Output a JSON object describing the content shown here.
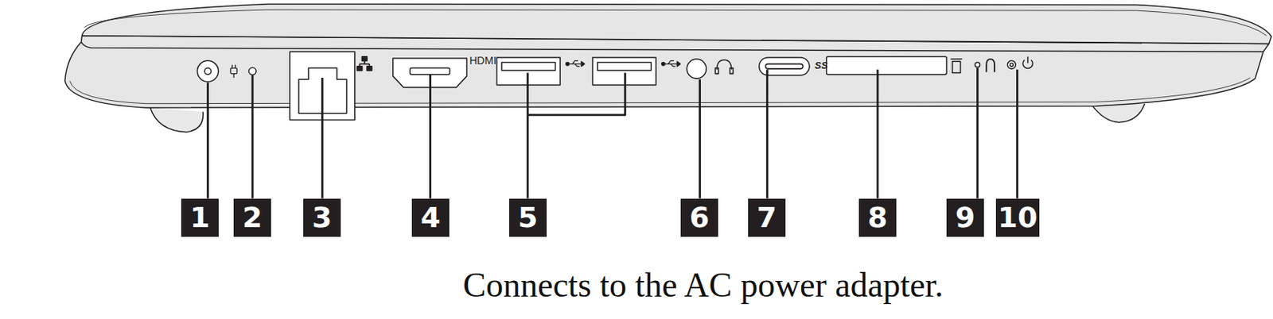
{
  "diagram": {
    "caption": "Connects to the AC power adapter.",
    "labels": [
      "HDMI",
      "SS",
      "1",
      "2",
      "3",
      "4",
      "5",
      "6",
      "7",
      "8",
      "9",
      "10"
    ]
  }
}
